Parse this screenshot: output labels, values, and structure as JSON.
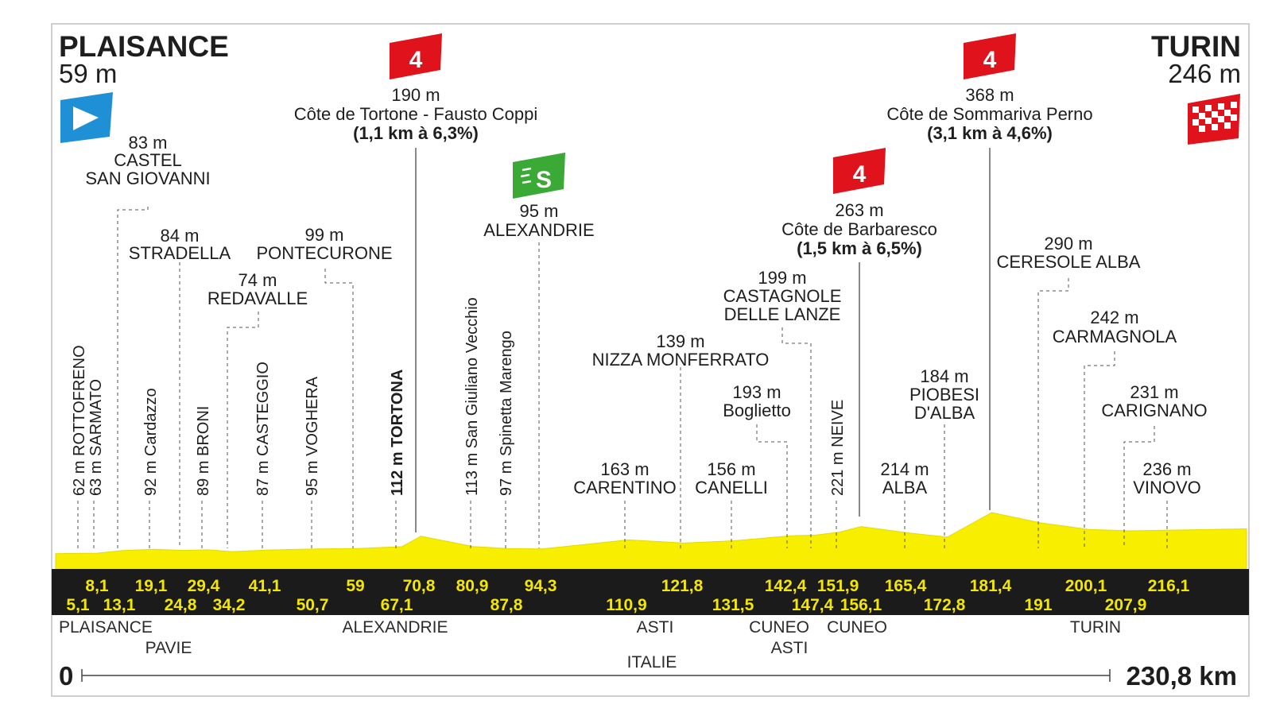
{
  "start": {
    "name": "PLAISANCE",
    "alt": "59 m"
  },
  "finish": {
    "name": "TURIN",
    "alt": "246 m"
  },
  "scale": {
    "start": "0",
    "end": "230,8 km"
  },
  "climbs": [
    {
      "cat": "4",
      "alt": "190 m",
      "name": "Côte de Tortone - Fausto Coppi",
      "stats": "(1,1 km à 6,3%)"
    },
    {
      "cat": "4",
      "alt": "263 m",
      "name": "Côte de Barbaresco",
      "stats": "(1,5 km à 6,5%)"
    },
    {
      "cat": "4",
      "alt": "368 m",
      "name": "Côte de Sommariva Perno",
      "stats": "(3,1 km à 4,6%)"
    }
  ],
  "sprint": {
    "alt": "95 m",
    "name": "ALEXANDRIE"
  },
  "places": [
    {
      "alt": "83 m",
      "lines": [
        "CASTEL",
        "SAN GIOVANNI"
      ]
    },
    {
      "alt": "84 m",
      "lines": [
        "STRADELLA"
      ]
    },
    {
      "alt": "99 m",
      "lines": [
        "PONTECURONE"
      ]
    },
    {
      "alt": "74 m",
      "lines": [
        "REDAVALLE"
      ]
    },
    {
      "alt": "199 m",
      "lines": [
        "CASTAGNOLE",
        "DELLE LANZE"
      ]
    },
    {
      "alt": "139 m",
      "lines": [
        "NIZZA MONFERRATO"
      ]
    },
    {
      "alt": "193 m",
      "lines": [
        "Boglietto"
      ]
    },
    {
      "alt": "163 m",
      "lines": [
        "CARENTINO"
      ]
    },
    {
      "alt": "156 m",
      "lines": [
        "CANELLI"
      ]
    },
    {
      "alt": "214 m",
      "lines": [
        "ALBA"
      ]
    },
    {
      "alt": "184 m",
      "lines": [
        "PIOBESI",
        "D'ALBA"
      ]
    },
    {
      "alt": "290 m",
      "lines": [
        "CERESOLE ALBA"
      ]
    },
    {
      "alt": "242 m",
      "lines": [
        "CARMAGNOLA"
      ]
    },
    {
      "alt": "231 m",
      "lines": [
        "CARIGNANO"
      ]
    },
    {
      "alt": "236 m",
      "lines": [
        "VINOVO"
      ]
    }
  ],
  "vertical_labels": [
    "62 m ROTTOFRENO",
    "63 m SARMATO",
    "92 m Cardazzo",
    "89 m BRONI",
    "87 m CASTEGGIO",
    "95 m VOGHERA",
    "112 m TORTONA",
    "113 m San Giuliano Vecchio",
    "97 m Spinetta Marengo",
    "221 m NEIVE"
  ],
  "km_top": [
    "8,1",
    "19,1",
    "29,4",
    "41,1",
    "59",
    "70,8",
    "80,9",
    "94,3",
    "121,8",
    "142,4",
    "151,9",
    "165,4",
    "181,4",
    "200,1",
    "216,1"
  ],
  "km_bottom": [
    "5,1",
    "13,1",
    "24,8",
    "34,2",
    "50,7",
    "67,1",
    "87,8",
    "110,9",
    "131,5",
    "147,4",
    "156,1",
    "172,8",
    "191",
    "207,9"
  ],
  "regions": [
    "PLAISANCE",
    "PAVIE",
    "ALEXANDRIE",
    "ASTI",
    "ITALIE",
    "CUNEO",
    "ASTI",
    "CUNEO",
    "TURIN"
  ],
  "colors": {
    "profile": "#f7ee00",
    "band": "#1b1b1b",
    "km_text": "#f3e600",
    "climb_red": "#e0121b",
    "sprint_green": "#3aa935",
    "start_blue": "#1f8fd6"
  },
  "chart_data": {
    "type": "area",
    "xlabel": "",
    "ylabel": "",
    "xlim": [
      0,
      230.8
    ],
    "x": [
      0,
      5.1,
      8.1,
      13.1,
      19.1,
      24.8,
      29.4,
      34.2,
      41.1,
      50.7,
      59,
      67.1,
      70.8,
      80.9,
      87.8,
      94.3,
      110.9,
      121.8,
      131.5,
      142.4,
      147.4,
      151.9,
      156.1,
      165.4,
      172.8,
      181.4,
      191,
      200.1,
      207.9,
      216.1,
      230.8
    ],
    "series": [
      {
        "values": [
          59,
          62,
          63,
          83,
          92,
          84,
          89,
          74,
          87,
          95,
          99,
          112,
          190,
          113,
          97,
          95,
          163,
          139,
          156,
          193,
          199,
          221,
          263,
          214,
          184,
          368,
          290,
          242,
          231,
          236,
          246
        ]
      }
    ]
  }
}
